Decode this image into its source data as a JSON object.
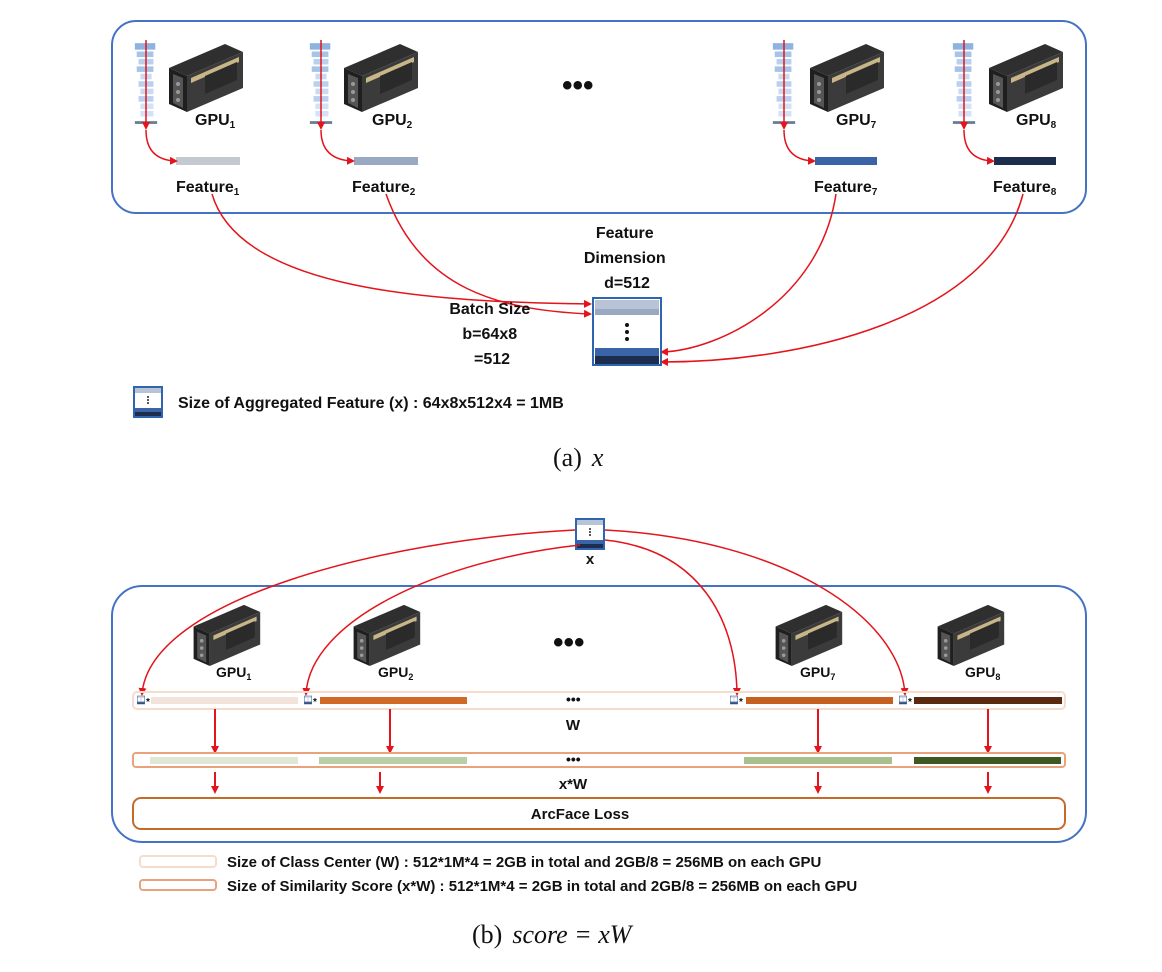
{
  "panel_a": {
    "gpus": [
      {
        "label": "GPU",
        "sub": "1",
        "feature": "Feature",
        "feature_sub": "1",
        "color": "#c4c9d1"
      },
      {
        "label": "GPU",
        "sub": "2",
        "feature": "Feature",
        "feature_sub": "2",
        "color": "#9aa9c2"
      },
      {
        "label": "GPU",
        "sub": "7",
        "feature": "Feature",
        "feature_sub": "7",
        "color": "#3a63a8"
      },
      {
        "label": "GPU",
        "sub": "8",
        "feature": "Feature",
        "feature_sub": "8",
        "color": "#1c2d4d"
      }
    ],
    "ellipsis": "•••",
    "feature_dim_line1": "Feature",
    "feature_dim_line2": "Dimension",
    "feature_dim_line3": "d=512",
    "batch_line1": "Batch Size",
    "batch_line2": "b=64x8",
    "batch_line3": "=512",
    "legend": "Size of Aggregated Feature (x) : 64x8x512x4 = 1MB",
    "caption_prefix": "(a)",
    "caption_math": "x"
  },
  "panel_b": {
    "x_label": "x",
    "gpus": [
      {
        "label": "GPU",
        "sub": "1"
      },
      {
        "label": "GPU",
        "sub": "2"
      },
      {
        "label": "GPU",
        "sub": "7"
      },
      {
        "label": "GPU",
        "sub": "8"
      }
    ],
    "ellipsis": "•••",
    "star": "*",
    "w_label": "W",
    "xw_label": "x*W",
    "loss_label": "ArcFace Loss",
    "legend_w": "Size of Class Center (W) : 512*1M*4 = 2GB in total and 2GB/8 = 256MB  on each GPU",
    "legend_xw": "Size of Similarity Score (x*W) : 512*1M*4 = 2GB in total and 2GB/8 = 256MB on each GPU",
    "caption_prefix": "(b)",
    "caption_math": "score = xW"
  },
  "colors": {
    "frame": "#4472c4",
    "arrow": "#e3141b",
    "w_row_border": "#f6dccd",
    "xw_row_border": "#e8a37c",
    "loss_border": "#c56b2a",
    "w_bars": [
      "#f2e4da",
      "#d06a24",
      "#c56020",
      "#5a2a10"
    ],
    "xw_bars": [
      "#dfe8d5",
      "#b9cfa5",
      "#a7c08e",
      "#3e5a22"
    ]
  }
}
